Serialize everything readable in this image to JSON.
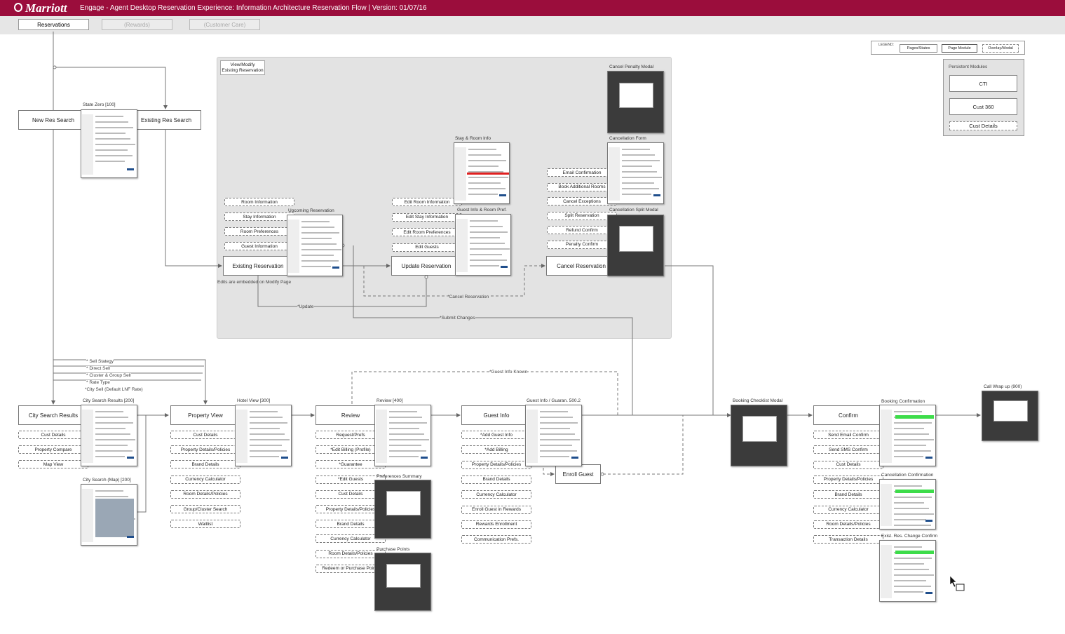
{
  "header": {
    "logo": "Marriott",
    "title": "Engage - Agent Desktop Reservation Experience: Information Architecture Reservation Flow   |   Version: 01/07/16"
  },
  "tabs": [
    "Reservations",
    "(Rewards)",
    "(Customer Care)"
  ],
  "colors": {
    "brand": "#9b0d3c",
    "gray_area": "#e3e3e3",
    "highlight_green": "#3ddc4a",
    "highlight_red": "#e02020"
  },
  "legend": {
    "title": "LEGEND:",
    "items": [
      "Pages/States",
      "Page Module",
      "Overlay/Modal"
    ]
  },
  "persistent": {
    "title": "Persistent Modules",
    "items": [
      "CTI",
      "Cust 360",
      "Cust Details"
    ]
  },
  "view_modify": {
    "title_line1": "View/Modify",
    "title_line2": "Existing Reservation",
    "note": "Edits are embedded on Modify Page"
  },
  "nodes": {
    "new_res": "New Res Search",
    "existing_res": "Existing Res Search",
    "existing_reservation": "Existing Reservation",
    "update_reservation": "Update Reservation",
    "cancel_reservation": "Cancel Reservation",
    "city_search": "City Search Results",
    "property_view": "Property View",
    "review": "Review",
    "guest_info": "Guest Info",
    "enroll_guest": "Enroll Guest",
    "confirm": "Confirm"
  },
  "thumb_labels": {
    "state_zero": "State Zero [100]",
    "upcoming": "Upcoming Reservation",
    "stay_room": "Stay & Room Info",
    "guest_room_pref": "Guest Info & Room Pref.",
    "cancel_penalty": "Cancel Penalty Modal",
    "cancel_form": "Cancellation Form",
    "cancel_split": "Cancellation Split Modal",
    "city_results": "City Search Results [200]",
    "city_map": "City Search (Map) [200]",
    "hotel_view": "Hotel View [300]",
    "review": "Review [400]",
    "prefs_summary": "Preferences Summary",
    "purchase_points": "Purchase Points",
    "guest_info": "Guest Info / Guaran. 500.2",
    "booking_checklist": "Booking Checklist Modal",
    "booking_confirmation": "Booking Confirmation",
    "cancel_confirmation": "Cancellation Confirmation",
    "exist_res_change": "Exist. Res. Change Confirm",
    "call_wrap": "Call Wrap up (900)"
  },
  "flow_labels": {
    "cancel_res": "*Cancel Reservation",
    "update": "*Update",
    "submit_changes": "*Submit Changes",
    "guest_info_known": "*Guest Info Known"
  },
  "sell_options": [
    "* Sell Stategy",
    "* Direct Sell",
    "* Cluster & Group Sell",
    "* Rate Type",
    "*City Sell (Default LNF Rate)"
  ],
  "existing_mods": [
    "Room Information",
    "Stay Information",
    "Room Preferences",
    "Guest Information"
  ],
  "update_mods": [
    "Edit Room Information",
    "Edit Stay Information",
    "Edit Room Preferences",
    "Edit Guests"
  ],
  "cancel_mods": [
    "Email Confirmation",
    "Book Additional Rooms",
    "Cancel Exceptions",
    "Split Reservation",
    "Refund Confirm",
    "Penalty Confirm"
  ],
  "city_mods": [
    "Cust Details",
    "Property Compare",
    "Map View"
  ],
  "property_mods": [
    "Cust Details",
    "Property Details/Policies",
    "Brand Details",
    "Currency Calculator",
    "Room Details/Policies",
    "Group/Cluster Search",
    "Waitlist"
  ],
  "review_mods": [
    "Request/Prefs",
    "*Edit Billing (Profile)",
    "*Guarantee",
    "*Edit Guests",
    "Cust Details",
    "Property Details/Policies",
    "Brand Details",
    "Currency Calculator",
    "Room Details/Policies",
    "Redeem or Purchase Points"
  ],
  "guest_mods": [
    "*Add Guest Info",
    "*Add Billing",
    "Property Details/Policies",
    "Brand Details",
    "Currency Calculator",
    "Enroll Guest in Rewards",
    "Rewards Enrollment",
    "Communication Prefs."
  ],
  "confirm_mods": [
    "Send Email Confirm",
    "Send SMS Confirm",
    "Cust Details",
    "Property Details/Policies",
    "Brand Details",
    "Currency Calculator",
    "Room Details/Policies",
    "Transaction Details"
  ]
}
